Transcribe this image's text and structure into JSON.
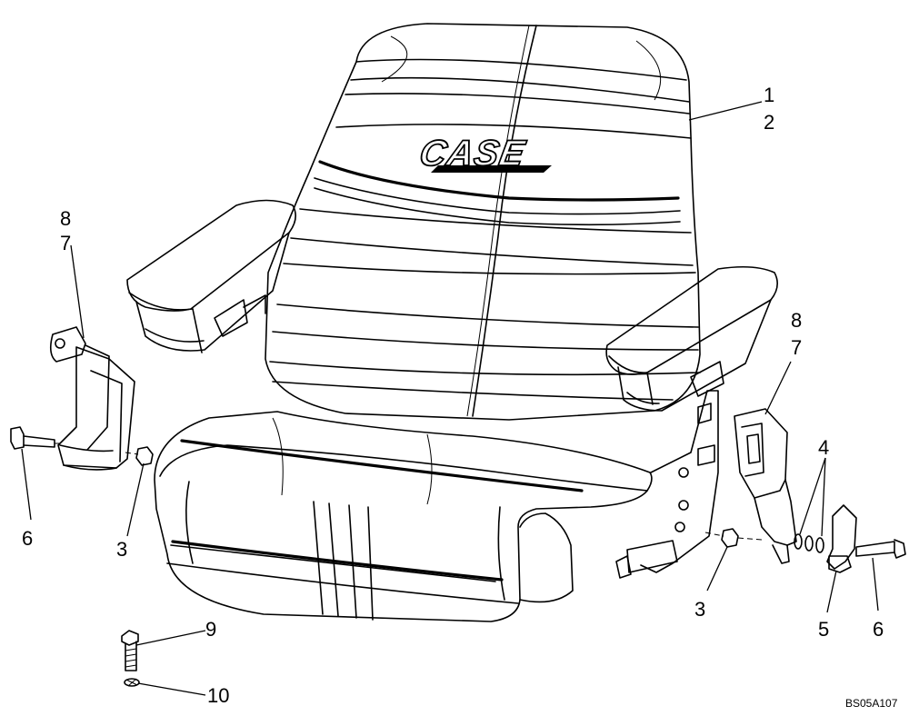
{
  "brand_logo": "CASE",
  "figure_id": "BS05A107",
  "callouts": [
    {
      "id": "c1",
      "label": "1"
    },
    {
      "id": "c2",
      "label": "2"
    },
    {
      "id": "c8l",
      "label": "8"
    },
    {
      "id": "c7l",
      "label": "7"
    },
    {
      "id": "c6l",
      "label": "6"
    },
    {
      "id": "c3l",
      "label": "3"
    },
    {
      "id": "c8r",
      "label": "8"
    },
    {
      "id": "c7r",
      "label": "7"
    },
    {
      "id": "c4",
      "label": "4"
    },
    {
      "id": "c3r",
      "label": "3"
    },
    {
      "id": "c5",
      "label": "5"
    },
    {
      "id": "c6r",
      "label": "6"
    },
    {
      "id": "c9",
      "label": "9"
    },
    {
      "id": "c10",
      "label": "10"
    }
  ]
}
